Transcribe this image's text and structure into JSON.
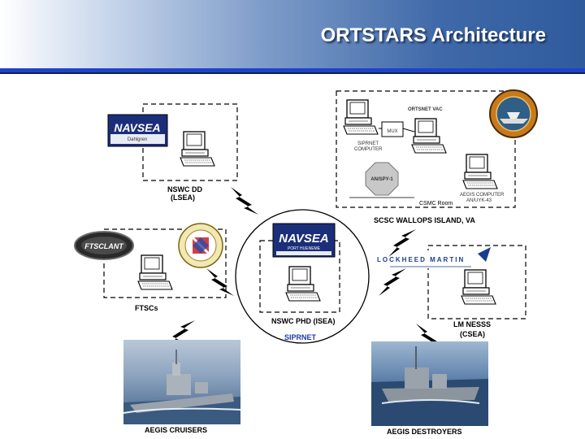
{
  "slide": {
    "title": "ORTSTARS Architecture"
  },
  "nodes": {
    "nswc_dd_l1": "NSWC DD",
    "nswc_dd_l2": "(LSEA)",
    "scsc": "SCSC WALLOPS ISLAND, VA",
    "ortsnet_vac": "ORTSNET VAC",
    "mux": "MUX",
    "siprnet_computer_l1": "SIPRNET",
    "siprnet_computer_l2": "COMPUTER",
    "ansp": "AN/SPY-1",
    "csmc_room": "CSMC Room",
    "aegis_computer_l1": "AEGIS COMPUTER",
    "aegis_computer_l2": "AN/UYK-43",
    "ftscs": "FTSCs",
    "nswc_phd": "NSWC PHD (ISEA)",
    "siprnet": "SIPRNET",
    "lm_nesss_l1": "LM NESSS",
    "lm_nesss_l2": "(CSEA)",
    "aegis_cruisers": "AEGIS CRUISERS",
    "aegis_destroyers": "AEGIS DESTROYERS"
  },
  "logos": {
    "navsea": "NAVSEA",
    "navsea_sub_dd": "Dahlgren",
    "navsea_sub_phd": "PORT HUENEME",
    "ftsclant": "FTSCLANT",
    "lockheed": "LOCKHEED MARTIN"
  },
  "colors": {
    "header_dark": "#2f5b9e",
    "rule_blue": "#1f43c8",
    "siprnet_text": "#1f3aa8",
    "navsea_bg": "#1b2e7a",
    "lockheed_blue": "#1a3d8f"
  }
}
